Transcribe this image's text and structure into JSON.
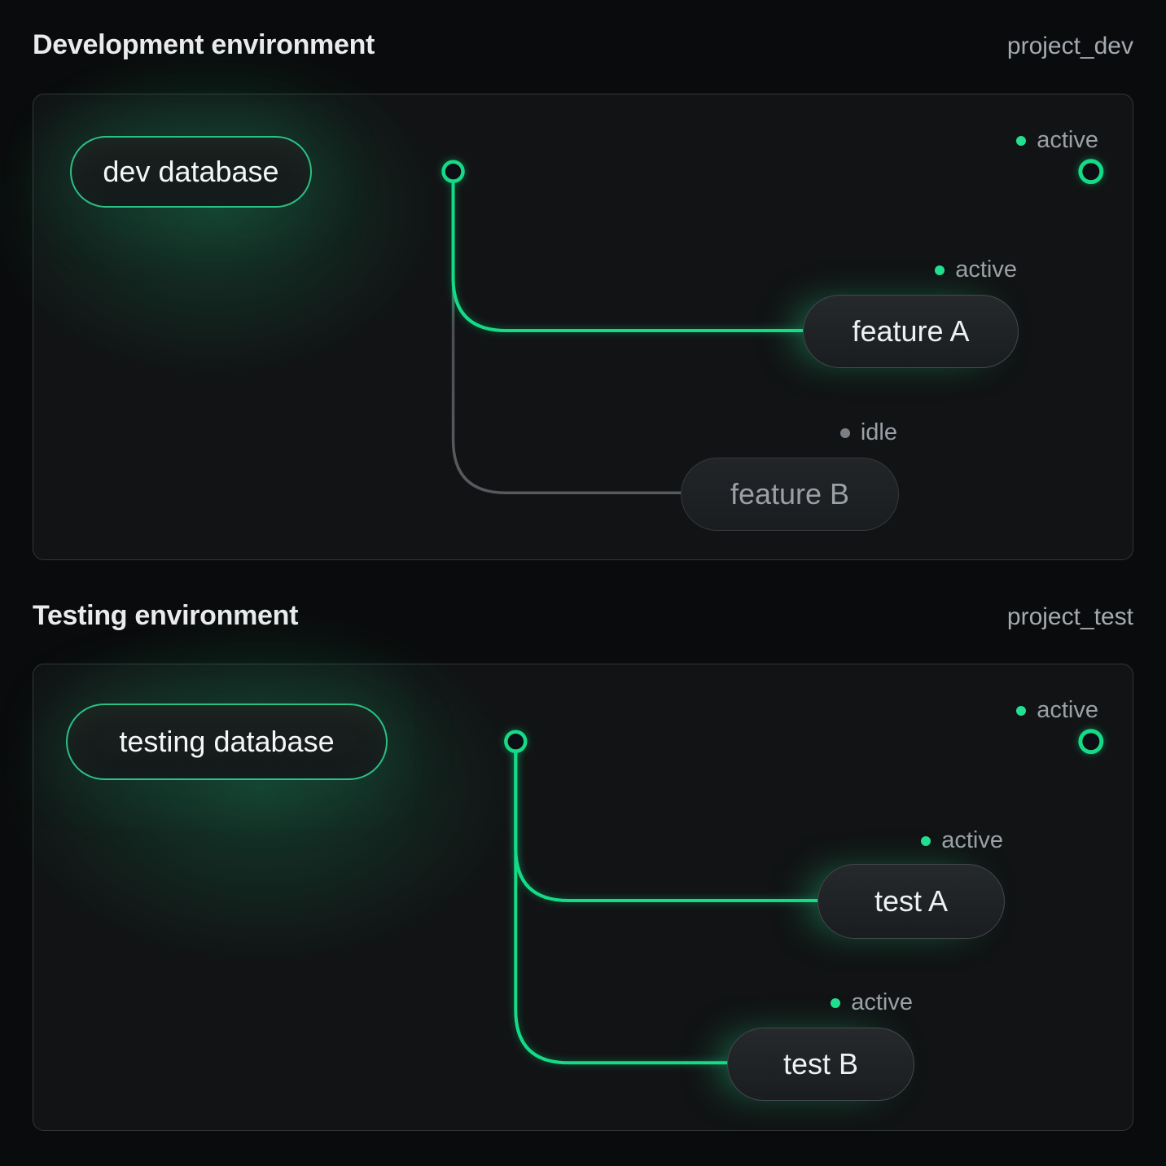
{
  "colors": {
    "accent_green": "#17da85",
    "idle_gray": "#55585c",
    "status_text_gray": "#9ba1a6",
    "panel_border": "#33363a",
    "background": "#0a0b0c"
  },
  "diagram_type": "database-branching",
  "sections": [
    {
      "title": "Development environment",
      "project_label": "project_dev",
      "database": {
        "label": "dev database"
      },
      "trunk": {
        "status": "active"
      },
      "branches": [
        {
          "label": "feature A",
          "status": "active"
        },
        {
          "label": "feature B",
          "status": "idle"
        }
      ]
    },
    {
      "title": "Testing environment",
      "project_label": "project_test",
      "database": {
        "label": "testing database"
      },
      "trunk": {
        "status": "active"
      },
      "branches": [
        {
          "label": "test A",
          "status": "active"
        },
        {
          "label": "test B",
          "status": "active"
        }
      ]
    }
  ]
}
